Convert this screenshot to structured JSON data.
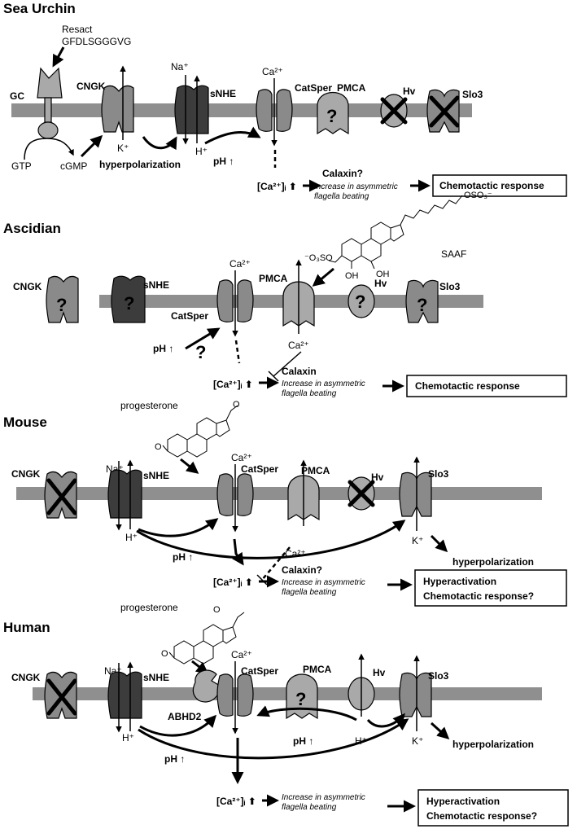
{
  "sea_urchin": {
    "title": "Sea Urchin",
    "resact": "Resact",
    "peptide": "GFDLSGGGVG",
    "gc": "GC",
    "cngk": "CNGK",
    "na": "Na⁺",
    "snhe": "sNHE",
    "ca": "Ca²⁺",
    "catsper": "CatSper",
    "pmca": "PMCA",
    "hv": "Hv",
    "slo3": "Slo3",
    "gtp": "GTP",
    "cgmp": "cGMP",
    "k": "K⁺",
    "hyperpolarization": "hyperpolarization",
    "h": "H⁺",
    "ph": "pH ↑",
    "ca_i": "[Ca²⁺]ᵢ ⬆",
    "calaxin": "Calaxin?",
    "increase1": "Increase in asymmetric",
    "increase2": "flagella beating",
    "response": "Chemotactic response",
    "qmark": "?"
  },
  "ascidian": {
    "title": "Ascidian",
    "cngk": "CNGK",
    "snhe": "sNHE",
    "ca": "Ca²⁺",
    "pmca": "PMCA",
    "hv": "Hv",
    "slo3": "Slo3",
    "catsper": "CatSper",
    "saaf": "SAAF",
    "so3_top": "OSO₃⁻",
    "so3_left": "⁻O₃SO",
    "oh1": "OH",
    "oh2": "OH",
    "ph": "pH ↑",
    "ca2": "Ca²⁺",
    "ca_i": "[Ca²⁺]ᵢ ⬆",
    "calaxin": "Calaxin",
    "increase1": "Increase in asymmetric",
    "increase2": "flagella beating",
    "response": "Chemotactic response",
    "qmark": "?"
  },
  "mouse": {
    "title": "Mouse",
    "progesterone": "progesterone",
    "ketone_o": "O",
    "ring_o": "O",
    "cngk": "CNGK",
    "na": "Na⁺",
    "snhe": "sNHE",
    "ca": "Ca²⁺",
    "catsper": "CatSper",
    "pmca": "PMCA",
    "hv": "Hv",
    "slo3": "Slo3",
    "h": "H⁺",
    "ca2": "Ca²⁺",
    "k": "K⁺",
    "hyperpolarization": "hyperpolarization",
    "ph": "pH ↑",
    "ca_i": "[Ca²⁺]ᵢ ⬆",
    "calaxin": "Calaxin?",
    "increase1": "Increase in asymmetric",
    "increase2": "flagella beating",
    "response1": "Hyperactivation",
    "response2": "Chemotactic response?",
    "qmark": "?"
  },
  "human": {
    "title": "Human",
    "progesterone": "progesterone",
    "ketone_o": "O",
    "ring_o": "O",
    "cngk": "CNGK",
    "na": "Na⁺",
    "snhe": "sNHE",
    "ca": "Ca²⁺",
    "catsper": "CatSper",
    "pmca": "PMCA",
    "hv": "Hv",
    "slo3": "Slo3",
    "abhd2": "ABHD2",
    "h": "H⁺",
    "h2": "H⁺",
    "k": "K⁺",
    "hyperpolarization": "hyperpolarization",
    "ph": "pH ↑",
    "ph2": "pH ↑",
    "ca_i": "[Ca²⁺]ᵢ ⬆",
    "increase1": "Increase in asymmetric",
    "increase2": "flagella beating",
    "response1": "Hyperactivation",
    "response2": "Chemotactic response?",
    "qmark": "?"
  }
}
